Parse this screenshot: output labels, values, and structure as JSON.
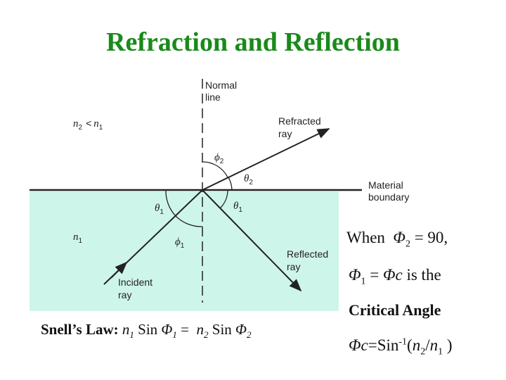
{
  "title": "Refraction and Reflection",
  "diagram": {
    "normal_line_label": [
      "Normal",
      "line"
    ],
    "n2_lt_n1": "n",
    "n2_sub": "2",
    "lt": "<",
    "n1_top": "n",
    "n1_top_sub": "1",
    "refracted_label": [
      "Refracted",
      "ray"
    ],
    "material_boundary_label": [
      "Material",
      "boundary"
    ],
    "reflected_label": [
      "Reflected",
      "ray"
    ],
    "incident_label": [
      "Incident",
      "ray"
    ],
    "n1_medium": "n",
    "n1_medium_sub": "1",
    "phi": "ϕ",
    "theta": "θ",
    "sub1": "1",
    "sub2": "2"
  },
  "snell": {
    "law_label": "Snell’s Law:",
    "n": "n",
    "sub1": "1",
    "sub2": "2",
    "sin": "Sin",
    "phi": "Φ",
    "equals": "="
  },
  "when": {
    "text": "When",
    "phi": "Φ",
    "sub": "2",
    "rest": "= 90,"
  },
  "phieq": {
    "phi": "Φ",
    "sub": "1",
    "eq": "=",
    "phic": "Φc",
    "rest": "is the"
  },
  "critical": "Critical Angle",
  "formula": {
    "phic": "Φc",
    "eq_sin": "=Sin",
    "sup": "-1",
    "open": "(",
    "n": "n",
    "sub2": "2",
    "slash": "/",
    "sub1": "1",
    "close": ")"
  },
  "colors": {
    "title": "#1a8a1a",
    "medium": "#cef5ea",
    "lines": "#222222"
  }
}
